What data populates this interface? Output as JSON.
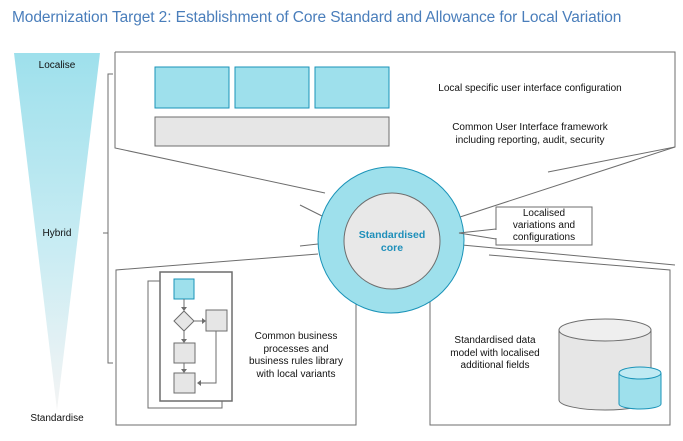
{
  "title": "Modernization Target 2: Establishment of Core Standard and Allowance for Local Variation",
  "scale": {
    "top_label": "Localise",
    "middle_label": "Hybrid",
    "bottom_label": "Standardise"
  },
  "core": {
    "label_line1": "Standardised",
    "label_line2": "core"
  },
  "callouts": {
    "local_ui": "Local specific user interface configuration",
    "common_ui_line1": "Common User Interface framework",
    "common_ui_line2": "including reporting, audit, security",
    "localised_line1": "Localised",
    "localised_line2": "variations and",
    "localised_line3": "configurations",
    "business_line1": "Common business",
    "business_line2": "processes and",
    "business_line3": "business rules library",
    "business_line4": "with local variants",
    "data_line1": "Standardised data",
    "data_line2": "model with localised",
    "data_line3": "additional fields"
  },
  "colors": {
    "title": "#4a7ebb",
    "accent_cyan": "#9ee0ec",
    "accent_border": "#1a93b8",
    "core_text": "#1e8fba",
    "grey_fill": "#e6e6e6",
    "line": "#6d6d6d"
  }
}
